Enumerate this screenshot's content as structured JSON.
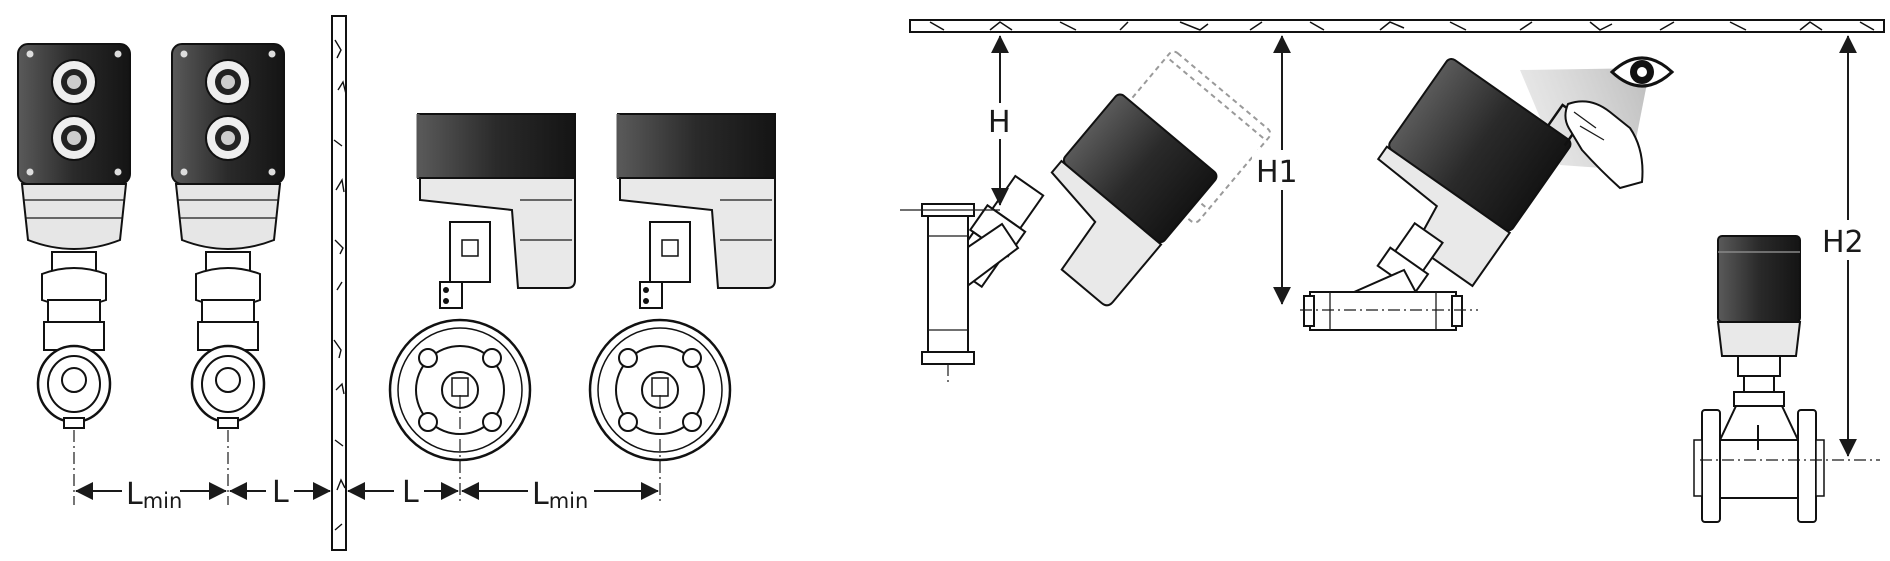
{
  "labels": {
    "lmin_left": {
      "main": "L",
      "sub": "min"
    },
    "l_left": "L",
    "l_right": "L",
    "lmin_right": {
      "main": "L",
      "sub": "min"
    },
    "h": "H",
    "h1": "H1",
    "h2": "H2"
  },
  "colors": {
    "line": "#1a1a1a",
    "actuator_dark": "#1e1e1e",
    "actuator_mid": "#6b6b6b",
    "ghost": "#9a9a9a",
    "sight_cone": "#c9c9c9",
    "background": "#ffffff"
  },
  "icons": [
    "eye-icon",
    "hand-icon",
    "wall-hatch"
  ]
}
